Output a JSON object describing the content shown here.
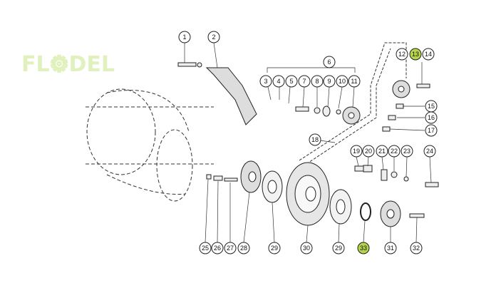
{
  "watermark": {
    "text": "FL DEL",
    "color": "#c8e68a"
  },
  "callouts": [
    {
      "id": "1",
      "label": "1"
    },
    {
      "id": "2",
      "label": "2"
    },
    {
      "id": "3",
      "label": "3"
    },
    {
      "id": "4",
      "label": "4"
    },
    {
      "id": "5",
      "label": "5"
    },
    {
      "id": "6",
      "label": "6"
    },
    {
      "id": "7",
      "label": "7"
    },
    {
      "id": "8",
      "label": "8"
    },
    {
      "id": "9",
      "label": "9"
    },
    {
      "id": "10",
      "label": "10"
    },
    {
      "id": "11",
      "label": "11"
    },
    {
      "id": "12",
      "label": "12"
    },
    {
      "id": "13",
      "label": "13",
      "highlight": true
    },
    {
      "id": "14",
      "label": "14"
    },
    {
      "id": "15",
      "label": "15"
    },
    {
      "id": "16",
      "label": "16"
    },
    {
      "id": "17",
      "label": "17"
    },
    {
      "id": "18",
      "label": "18"
    },
    {
      "id": "19",
      "label": "19"
    },
    {
      "id": "20",
      "label": "20"
    },
    {
      "id": "21",
      "label": "21"
    },
    {
      "id": "22",
      "label": "22"
    },
    {
      "id": "23",
      "label": "23"
    },
    {
      "id": "24",
      "label": "24"
    },
    {
      "id": "25",
      "label": "25"
    },
    {
      "id": "26",
      "label": "26"
    },
    {
      "id": "27",
      "label": "27"
    },
    {
      "id": "28",
      "label": "28"
    },
    {
      "id": "29a",
      "label": "29"
    },
    {
      "id": "30",
      "label": "30"
    },
    {
      "id": "29b",
      "label": "29"
    },
    {
      "id": "33",
      "label": "33",
      "highlight": true
    },
    {
      "id": "31",
      "label": "31"
    },
    {
      "id": "32",
      "label": "32"
    }
  ],
  "colors": {
    "highlight": "#b5d64a",
    "line": "#222222"
  }
}
